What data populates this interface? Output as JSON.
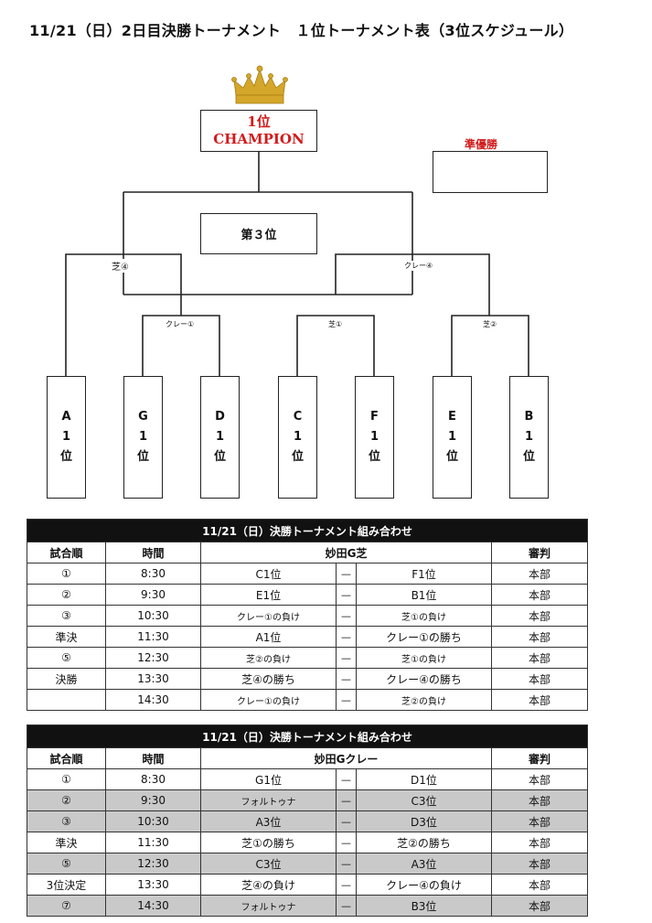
{
  "title": "11/21（日）2日目決勝トーナメント　１位トーナメント表（3位スケジュール）",
  "bracket": {
    "champion_line1": "1位",
    "champion_line2": "CHAMPION",
    "runner_up": "準優勝",
    "third_place": "第３位",
    "match_labels": {
      "shiba4": "芝④",
      "clay4": "クレー④",
      "clay1": "クレー①",
      "shiba1": "芝①",
      "shiba2": "芝②"
    },
    "teams": [
      {
        "letter": "A",
        "num": "1",
        "rank": "位"
      },
      {
        "letter": "G",
        "num": "1",
        "rank": "位"
      },
      {
        "letter": "D",
        "num": "1",
        "rank": "位"
      },
      {
        "letter": "C",
        "num": "1",
        "rank": "位"
      },
      {
        "letter": "F",
        "num": "1",
        "rank": "位"
      },
      {
        "letter": "E",
        "num": "1",
        "rank": "位"
      },
      {
        "letter": "B",
        "num": "1",
        "rank": "位"
      }
    ]
  },
  "table1": {
    "caption": "11/21（日）決勝トーナメント組み合わせ",
    "headers": {
      "order": "試合順",
      "time": "時間",
      "venue": "妙田G芝",
      "referee": "審判"
    },
    "rows": [
      {
        "order": "①",
        "time": "8:30",
        "left": "C1位",
        "sep": "—",
        "right": "F1位",
        "ref": "本部"
      },
      {
        "order": "②",
        "time": "9:30",
        "left": "E1位",
        "sep": "—",
        "right": "B1位",
        "ref": "本部"
      },
      {
        "order": "③",
        "time": "10:30",
        "left": "クレー①の負け",
        "sep": "—",
        "right": "芝①の負け",
        "ref": "本部"
      },
      {
        "order": "準決",
        "time": "11:30",
        "left": "A1位",
        "sep": "—",
        "right": "クレー①の勝ち",
        "ref": "本部"
      },
      {
        "order": "⑤",
        "time": "12:30",
        "left": "芝②の負け",
        "sep": "—",
        "right": "芝①の負け",
        "ref": "本部"
      },
      {
        "order": "決勝",
        "time": "13:30",
        "left": "芝④の勝ち",
        "sep": "—",
        "right": "クレー④の勝ち",
        "ref": "本部"
      },
      {
        "order": "",
        "time": "14:30",
        "left": "クレー①の負け",
        "sep": "—",
        "right": "芝②の負け",
        "ref": "本部"
      }
    ]
  },
  "table2": {
    "caption": "11/21（日）決勝トーナメント組み合わせ",
    "headers": {
      "order": "試合順",
      "time": "時間",
      "venue": "妙田Gクレー",
      "referee": "審判"
    },
    "rows": [
      {
        "order": "①",
        "time": "8:30",
        "left": "G1位",
        "sep": "—",
        "right": "D1位",
        "ref": "本部"
      },
      {
        "order": "②",
        "time": "9:30",
        "left": "フォルトゥナ",
        "sep": "—",
        "right": "C3位",
        "ref": "本部"
      },
      {
        "order": "③",
        "time": "10:30",
        "left": "A3位",
        "sep": "—",
        "right": "D3位",
        "ref": "本部"
      },
      {
        "order": "準決",
        "time": "11:30",
        "left": "芝①の勝ち",
        "sep": "—",
        "right": "芝②の勝ち",
        "ref": "本部"
      },
      {
        "order": "⑤",
        "time": "12:30",
        "left": "C3位",
        "sep": "—",
        "right": "A3位",
        "ref": "本部"
      },
      {
        "order": "3位決定",
        "time": "13:30",
        "left": "芝④の負け",
        "sep": "—",
        "right": "クレー④の負け",
        "ref": "本部"
      },
      {
        "order": "⑦",
        "time": "14:30",
        "left": "フォルトゥナ",
        "sep": "—",
        "right": "B3位",
        "ref": "本部"
      }
    ]
  }
}
